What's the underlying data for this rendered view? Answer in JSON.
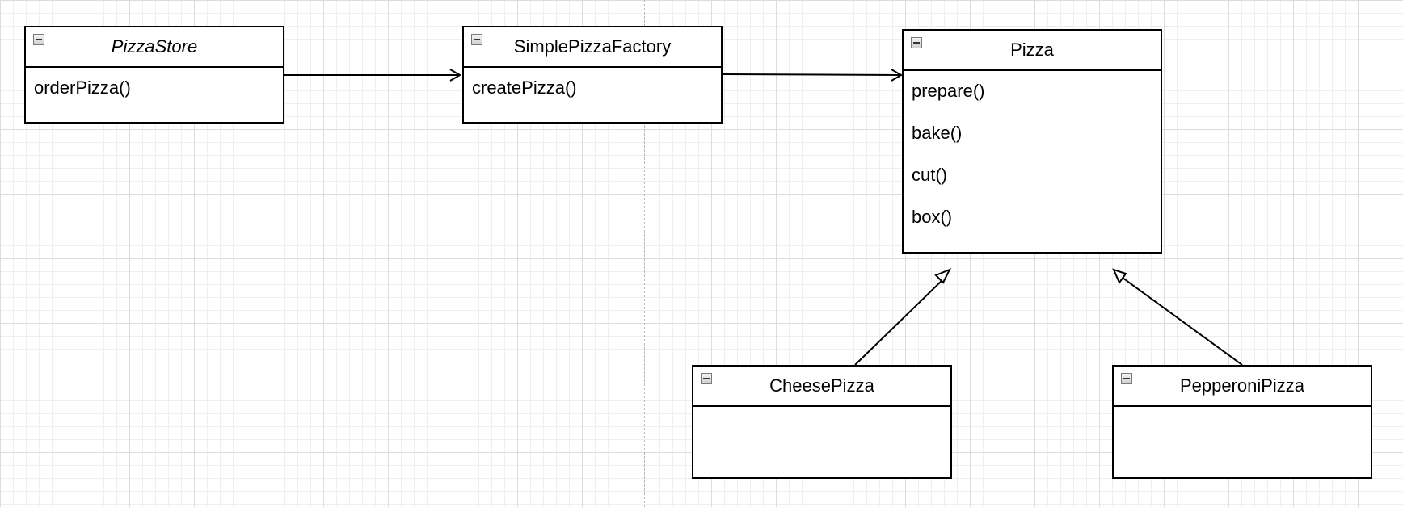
{
  "diagram": {
    "type": "uml-class-diagram",
    "classes": {
      "pizza_store": {
        "name": "PizzaStore",
        "methods": [
          "orderPizza()"
        ]
      },
      "simple_pizza_factory": {
        "name": "SimplePizzaFactory",
        "methods": [
          "createPizza()"
        ]
      },
      "pizza": {
        "name": "Pizza",
        "methods": [
          "prepare()",
          "bake()",
          "cut()",
          "box()"
        ]
      },
      "cheese_pizza": {
        "name": "CheesePizza",
        "methods": []
      },
      "pepperoni_pizza": {
        "name": "PepperoniPizza",
        "methods": []
      }
    },
    "relationships": [
      {
        "from": "PizzaStore",
        "to": "SimplePizzaFactory",
        "kind": "association"
      },
      {
        "from": "SimplePizzaFactory",
        "to": "Pizza",
        "kind": "association"
      },
      {
        "from": "CheesePizza",
        "to": "Pizza",
        "kind": "generalization"
      },
      {
        "from": "PepperoniPizza",
        "to": "Pizza",
        "kind": "generalization"
      }
    ]
  },
  "icons": {
    "collapse": "minus-square-icon"
  },
  "colors": {
    "line": "#000000",
    "grid": "#dcdcdc",
    "background": "#ffffff"
  }
}
